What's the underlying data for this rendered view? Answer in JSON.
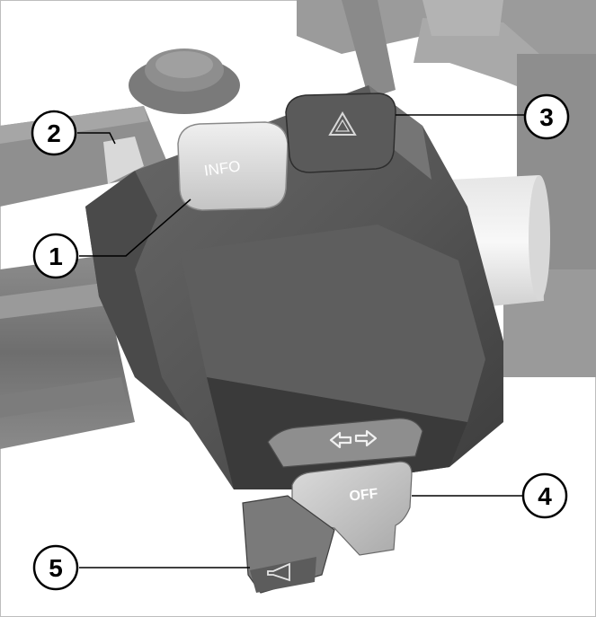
{
  "buttons": {
    "info_label": "INFO",
    "off_label": "OFF"
  },
  "callouts": [
    {
      "number": "1",
      "target": "info-button"
    },
    {
      "number": "2",
      "target": "headlight-flasher"
    },
    {
      "number": "3",
      "target": "hazard-warning-button"
    },
    {
      "number": "4",
      "target": "turn-indicator-off-switch"
    },
    {
      "number": "5",
      "target": "horn-button"
    }
  ],
  "icons": {
    "hazard": "hazard-triangle-icon",
    "indicator": "turn-indicator-arrows-icon",
    "horn": "horn-icon"
  }
}
